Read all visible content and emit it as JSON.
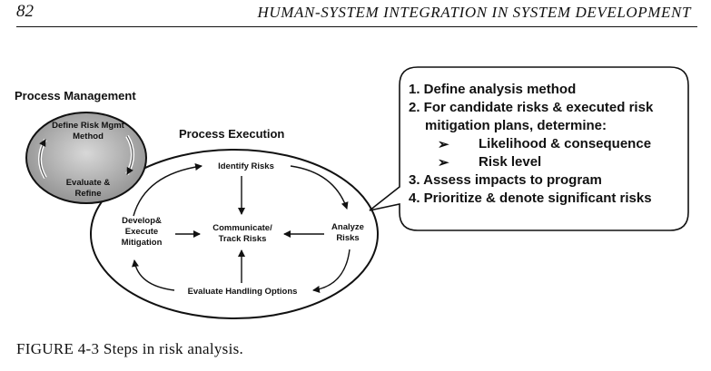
{
  "header": {
    "page_number": "82",
    "running_title": "HUMAN-SYSTEM INTEGRATION IN SYSTEM DEVELOPMENT"
  },
  "figure": {
    "process_management": {
      "title": "Process Management",
      "define": "Define Risk Mgmt Method",
      "evaluate": "Evaluate & Refine"
    },
    "process_execution": {
      "title": "Process Execution",
      "identify": "Identify Risks",
      "analyze": "Analyze Risks",
      "communicate": "Communicate/ Track Risks",
      "develop": "Develop& Execute Mitigation",
      "evaluate_handling": "Evaluate Handling Options"
    },
    "callout": {
      "item1": "1. Define analysis method",
      "item2a": "2. For candidate risks & executed risk",
      "item2b": "mitigation plans, determine:",
      "bullet_symbol": "➢",
      "sub1": "Likelihood & consequence",
      "sub2": "Risk level",
      "item3": "3. Assess impacts to program",
      "item4": "4. Prioritize & denote significant risks"
    }
  },
  "caption": "FIGURE 4-3 Steps in risk analysis."
}
